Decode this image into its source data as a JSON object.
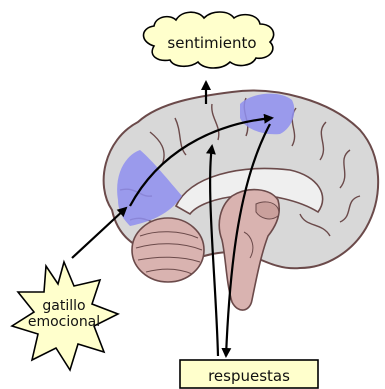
{
  "labels": {
    "feeling": "sentimiento",
    "trigger_line1": "gatillo",
    "trigger_line2": "emocional",
    "responses": "respuestas"
  },
  "colors": {
    "brain_fill": "#d8d8d8",
    "brain_outline": "#6b4a4a",
    "brainstem_fill": "#d9b3b0",
    "highlight": "#8f8ff0",
    "callout_fill": "#ffffcc",
    "arrow": "#000000"
  }
}
